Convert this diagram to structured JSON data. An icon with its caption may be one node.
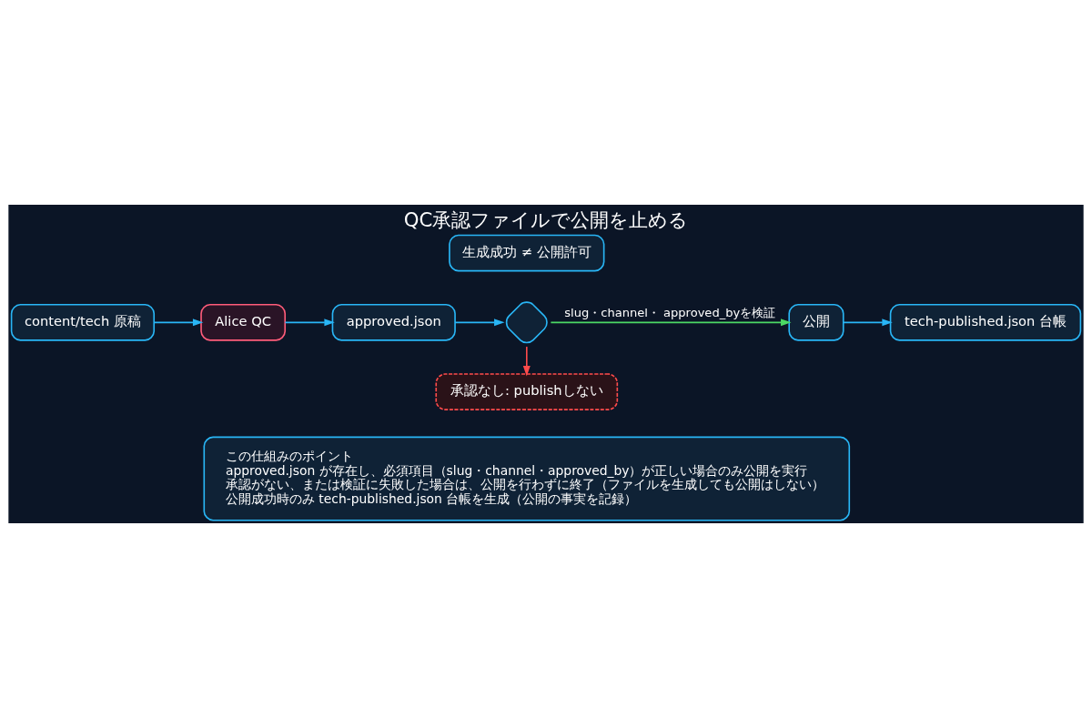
{
  "diagram": {
    "title": "QC承認ファイルで公開を止める",
    "nodes": [
      {
        "text": [
          "content/tech 原稿"
        ]
      },
      {
        "text": [
          "Alice QC"
        ]
      },
      {
        "text": [
          "approved.json"
        ]
      },
      {
        "text": [],
        "shape": "diamond"
      },
      {
        "text": [
          "公開"
        ]
      },
      {
        "text": [
          "tech-published.json 台帳"
        ]
      },
      {
        "text": [
          "承認なし: publishしない"
        ]
      },
      {
        "text": [
          "生成成功 ≠ 公開許可"
        ]
      },
      {
        "text": [
          "この仕組みのポイント",
          "approved.json が存在し、必須項目（slug・channel・approved_by）が正しい場合のみ公開を実行",
          "承認がない、または検証に失敗した場合は、公開を行わずに終了（ファイルを生成しても公開はしない）",
          "公開成功時のみ tech-published.json 台帳を生成（公開の事実を記録）"
        ]
      }
    ],
    "edges": [
      {
        "from": 0,
        "to": 1,
        "arrow": "to"
      },
      {
        "from": 1,
        "to": 2,
        "arrow": "to"
      },
      {
        "from": 2,
        "to": 3,
        "arrow": "to"
      },
      {
        "from": 3,
        "to": 4,
        "arrow": "to",
        "label": "slug・channel・ approved_byを検証",
        "color": "#4cd964"
      },
      {
        "from": 3,
        "to": 6,
        "arrow": "to",
        "color": "#ff4b4b"
      },
      {
        "from": 4,
        "to": 5,
        "arrow": "to"
      }
    ]
  }
}
